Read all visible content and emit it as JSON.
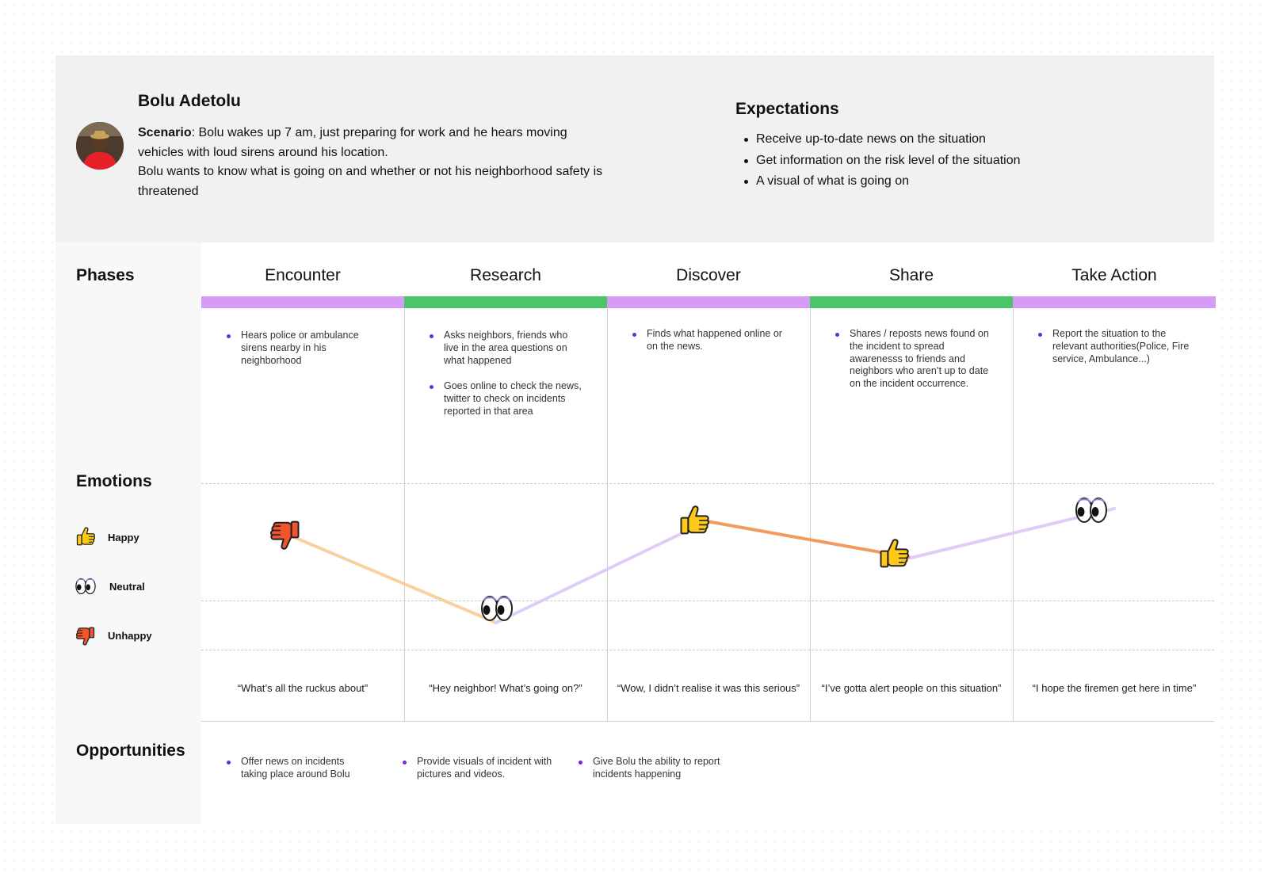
{
  "persona": {
    "name": "Bolu Adetolu",
    "scenario_label": "Scenario",
    "scenario_text": ": Bolu wakes up 7 am, just preparing for work and he hears moving vehicles with loud sirens around his location.",
    "scenario_text2": "Bolu wants to know what is going on and whether or not his neighborhood safety is threatened"
  },
  "expectations": {
    "title": "Expectations",
    "items": [
      "Receive up-to-date news on the situation",
      "Get information on the risk level of the situation",
      "A visual of what is going on"
    ]
  },
  "labels": {
    "phases": "Phases",
    "emotions": "Emotions",
    "opportunities": "Opportunities"
  },
  "legend": [
    {
      "label": "Happy",
      "icon": "thumbs-up-icon"
    },
    {
      "label": "Neutral",
      "icon": "eyes-icon"
    },
    {
      "label": "Unhappy",
      "icon": "thumbs-down-icon"
    }
  ],
  "colors": {
    "purple_bar": "#d59cf6",
    "green_bar": "#4cc469",
    "line_peach": "#f9d1a0",
    "line_lavender": "#e0cdf7",
    "line_orange": "#f39a5f",
    "bullet": "#6a2bdf"
  },
  "phases": [
    {
      "name": "Encounter",
      "bar_color": "#d59cf6",
      "actions": [
        "Hears police or ambulance sirens nearby in his neighborhood"
      ],
      "emotion": "unhappy",
      "quote": "“What’s all the ruckus about”"
    },
    {
      "name": "Research",
      "bar_color": "#4cc469",
      "actions": [
        "Asks neighbors, friends who live in the area questions on what happened",
        "Goes online to check the news, twitter to check on incidents reported in that area"
      ],
      "emotion": "neutral",
      "quote": "“Hey neighbor! What’s going on?”"
    },
    {
      "name": "Discover",
      "bar_color": "#d59cf6",
      "actions": [
        "Finds what happened online or on the news."
      ],
      "emotion": "happy",
      "quote": "“Wow, I didn’t realise it was this serious”"
    },
    {
      "name": "Share",
      "bar_color": "#4cc469",
      "actions": [
        "Shares / reposts news found on the incident to spread awarenesss to friends and neighbors who aren’t up to date on the incident occurrence."
      ],
      "emotion": "happy",
      "quote": "“I’ve gotta alert people on this situation”"
    },
    {
      "name": "Take Action",
      "bar_color": "#d59cf6",
      "actions": [
        "Report the situation to the relevant authorities(Police, Fire service, Ambulance...)"
      ],
      "emotion": "neutral",
      "quote": "“I hope the firemen get here in time”"
    }
  ],
  "opportunities": [
    "Offer news on incidents taking place around Bolu",
    "Provide visuals of incident with pictures and videos.",
    "Give Bolu the ability to report incidents happening"
  ]
}
